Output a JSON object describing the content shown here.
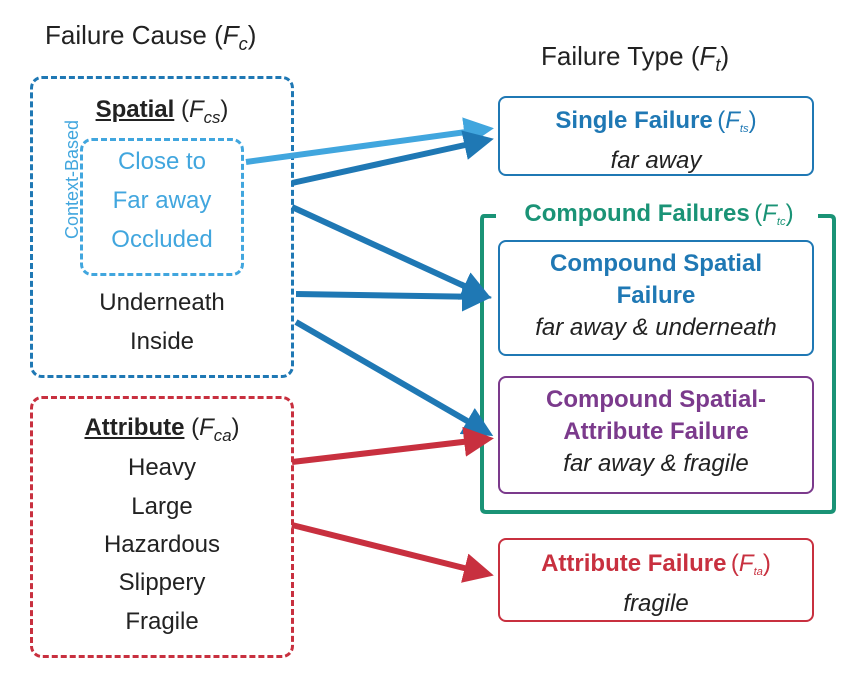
{
  "colors": {
    "spatial": "#1f78b4",
    "context": "#41a6de",
    "attribute": "#c8303f",
    "compound": "#1a9376",
    "spatial_attribute": "#7b3a8c",
    "text": "#222222"
  },
  "cause": {
    "heading": "Failure Cause (",
    "heading_var": "F",
    "heading_sub": "c",
    "heading_end": ")",
    "spatial": {
      "title": "Spatial",
      "var_open": "(",
      "var": "F",
      "var_sub": "cs",
      "var_close": ")",
      "context_label": "Context-Based",
      "context_items": [
        "Close to",
        "Far away",
        "Occluded"
      ],
      "items": [
        "Underneath",
        "Inside"
      ]
    },
    "attribute": {
      "title": "Attribute",
      "var_open": "(",
      "var": "F",
      "var_sub": "ca",
      "var_close": ")",
      "items": [
        "Heavy",
        "Large",
        "Hazardous",
        "Slippery",
        "Fragile"
      ]
    }
  },
  "type": {
    "heading": "Failure Type (",
    "heading_var": "F",
    "heading_sub": "t",
    "heading_end": ")",
    "single": {
      "title": "Single Failure",
      "var_open": "(",
      "var": "F",
      "var_sub": "ts",
      "var_close": ")",
      "example": "far away"
    },
    "compound": {
      "title": "Compound Failures",
      "var_open": "(",
      "var": "F",
      "var_sub": "tc",
      "var_close": ")",
      "spatial": {
        "title_line1": "Compound Spatial",
        "title_line2": "Failure",
        "example": "far away & underneath"
      },
      "spatial_attribute": {
        "title_line1": "Compound Spatial-",
        "title_line2": "Attribute Failure",
        "example": "far away & fragile"
      }
    },
    "attribute": {
      "title": "Attribute Failure",
      "var_open": "(",
      "var": "F",
      "var_sub": "ta",
      "var_close": ")",
      "example": "fragile"
    }
  }
}
